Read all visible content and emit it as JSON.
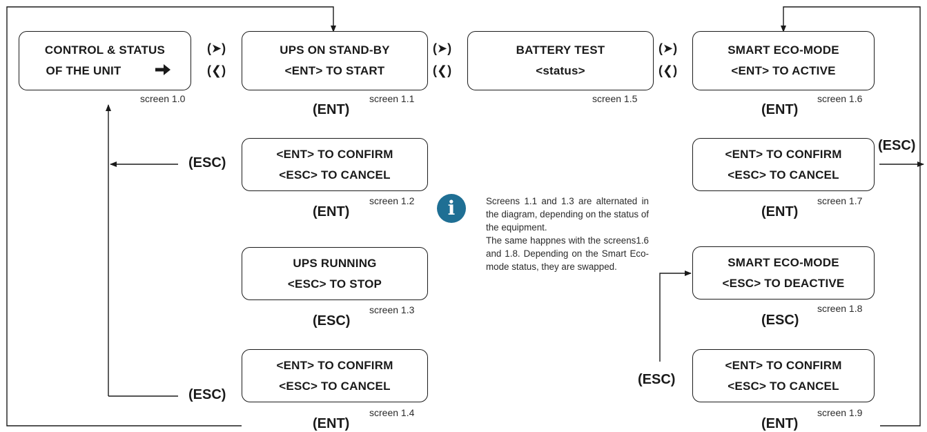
{
  "screens": [
    {
      "id": "s10",
      "line1": "CONTROL & STATUS",
      "line2": "OF THE UNIT",
      "caption": "screen 1.0"
    },
    {
      "id": "s11",
      "line1": "UPS ON STAND-BY",
      "line2": "<ENT> TO START",
      "caption": "screen 1.1"
    },
    {
      "id": "s15",
      "line1": "BATTERY TEST",
      "line2": "<status>",
      "caption": "screen 1.5"
    },
    {
      "id": "s16",
      "line1": "SMART ECO-MODE",
      "line2": "<ENT> TO ACTIVE",
      "caption": "screen 1.6"
    },
    {
      "id": "s12",
      "line1": "<ENT> TO CONFIRM",
      "line2": "<ESC> TO CANCEL",
      "caption": "screen 1.2"
    },
    {
      "id": "s13",
      "line1": "UPS RUNNING",
      "line2": "<ESC> TO STOP",
      "caption": "screen 1.3"
    },
    {
      "id": "s14",
      "line1": "<ENT> TO CONFIRM",
      "line2": "<ESC> TO CANCEL",
      "caption": "screen 1.4"
    },
    {
      "id": "s17",
      "line1": "<ENT> TO CONFIRM",
      "line2": "<ESC> TO CANCEL",
      "caption": "screen 1.7"
    },
    {
      "id": "s18",
      "line1": "SMART ECO-MODE",
      "line2": "<ESC> TO DEACTIVE",
      "caption": "screen 1.8"
    },
    {
      "id": "s19",
      "line1": "<ENT> TO CONFIRM",
      "line2": "<ESC> TO CANCEL",
      "caption": "screen 1.9"
    }
  ],
  "keys": {
    "ent": "(ENT)",
    "esc": "(ESC)"
  },
  "nav": {
    "next": "(➤)",
    "prev": "(❮)"
  },
  "icons": {
    "unit_arrow": "right-arrow-icon",
    "info": "info-icon"
  },
  "note": {
    "p1": "Screens 1.1 and 1.3 are alternated in the diagram, depending on the status of the equipment.",
    "p2": "The same happnes with the screens1.6 and 1.8. Depending on the Smart Eco-mode status, they are swapped."
  },
  "colors": {
    "line": "#1a1a1a",
    "info": "#1f6f94"
  }
}
